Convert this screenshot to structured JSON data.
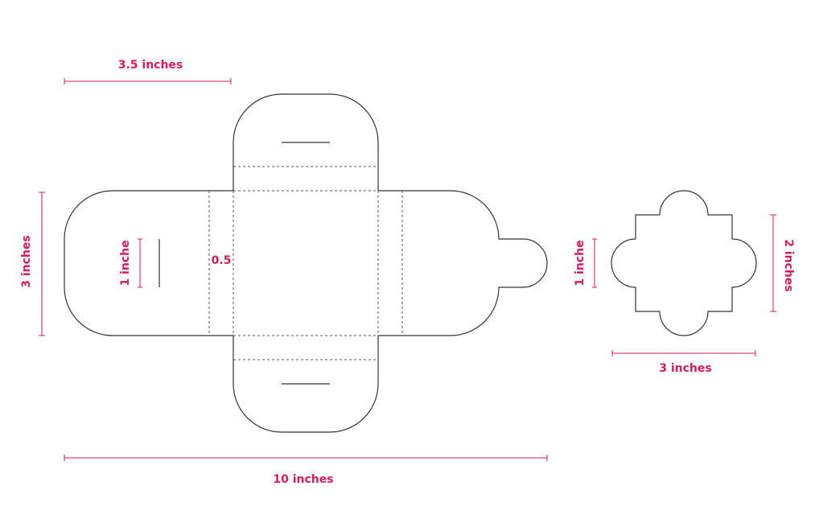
{
  "colors": {
    "dimension": "#d81b60",
    "outline": "#333333",
    "background": "#ffffff"
  },
  "labels": {
    "top_width": "3.5 inches",
    "left_height": "3 inches",
    "slot_length": "1 inche",
    "flap_width": "0.5",
    "total_width": "10 inches",
    "insert_slot": "1 inche",
    "insert_height": "2 inches",
    "insert_width": "3 inches"
  }
}
